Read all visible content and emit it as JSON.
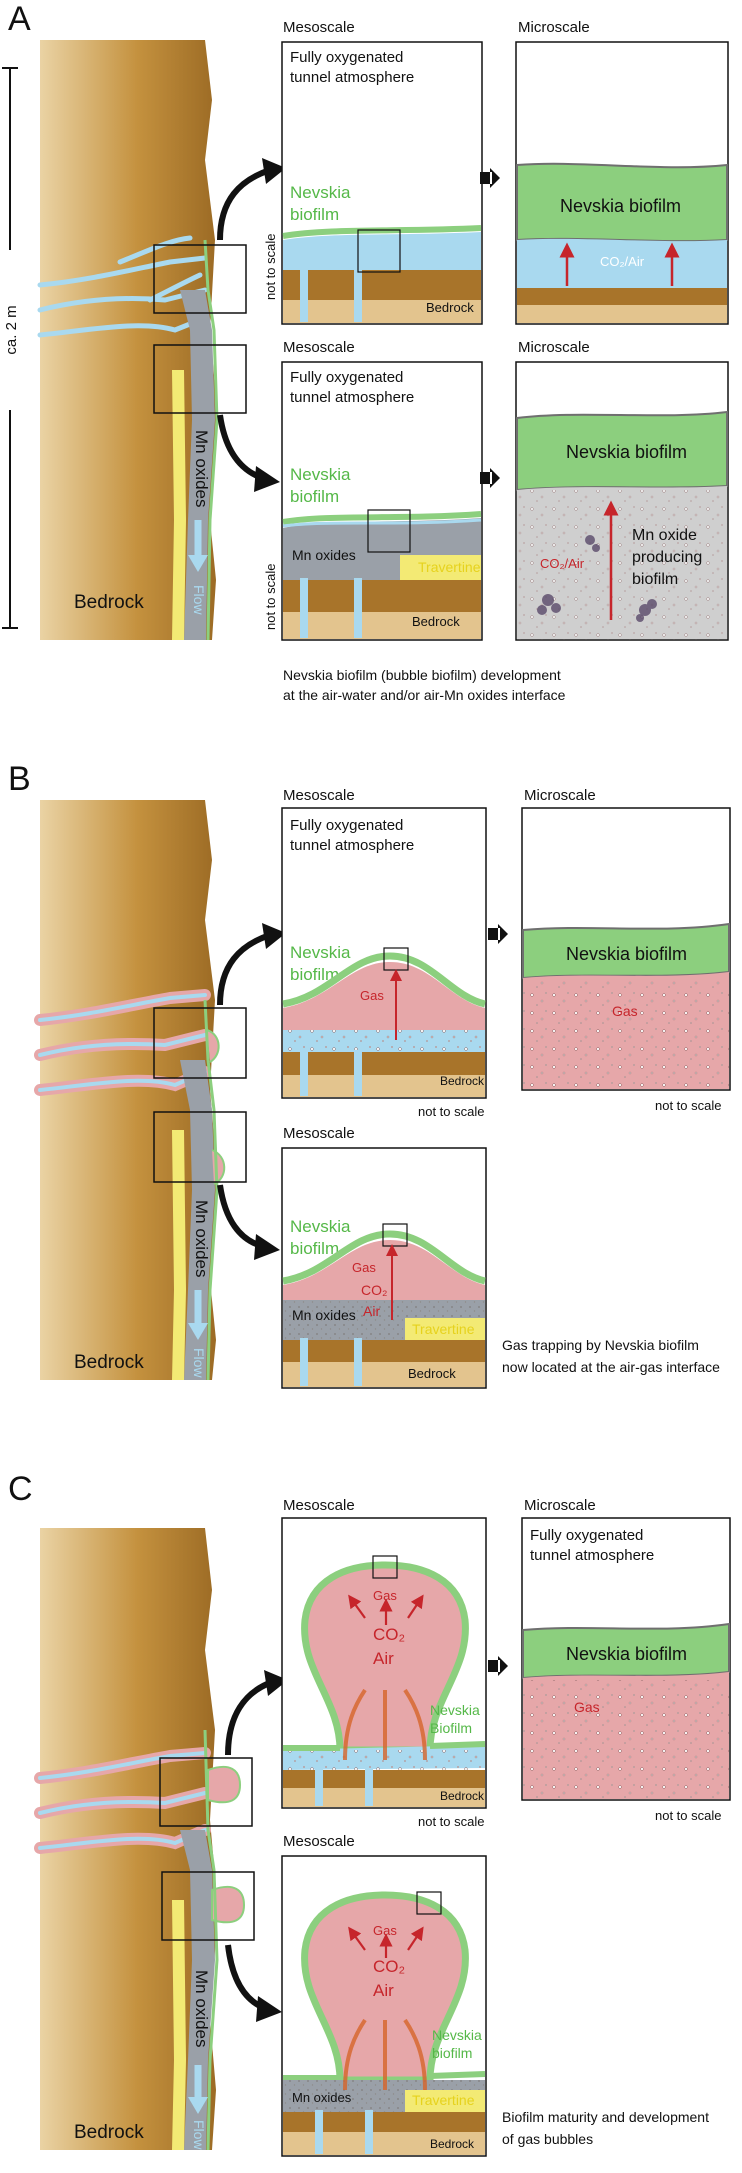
{
  "panels": [
    {
      "letter": "A",
      "scale_bar": "ca. 2 m",
      "bedrock": "Bedrock",
      "mn": "Mn oxides",
      "flow": "Flow",
      "meso_top": {
        "title": "Mesoscale",
        "atmo_1": "Fully oxygenated",
        "atmo_2": "tunnel atmosphere",
        "biofilm_1": "Nevskia",
        "biofilm_2": "biofilm",
        "bedrock": "Bedrock",
        "nts": "not to scale"
      },
      "micro_top": {
        "title": "Microscale",
        "biofilm": "Nevskia biofilm",
        "gas": "CO₂/Air"
      },
      "meso_bottom": {
        "title": "Mesoscale",
        "atmo_1": "Fully oxygenated",
        "atmo_2": "tunnel atmosphere",
        "biofilm_1": "Nevskia",
        "biofilm_2": "biofilm",
        "mn": "Mn oxides",
        "travertine": "Travertine",
        "bedrock": "Bedrock",
        "nts": "not to scale"
      },
      "micro_bottom": {
        "title": "Microscale",
        "biofilm": "Nevskia biofilm",
        "gas": "CO₂/Air",
        "mn_1": "Mn oxide",
        "mn_2": "producing",
        "mn_3": "biofilm"
      },
      "caption_1": "Nevskia biofilm (bubble biofilm) development",
      "caption_2": "at the air-water and/or air-Mn oxides interface"
    },
    {
      "letter": "B",
      "bedrock": "Bedrock",
      "mn": "Mn oxides",
      "flow": "Flow",
      "meso_top": {
        "title": "Mesoscale",
        "atmo_1": "Fully oxygenated",
        "atmo_2": "tunnel atmosphere",
        "biofilm_1": "Nevskia",
        "biofilm_2": "biofilm",
        "gas": "Gas",
        "bedrock": "Bedrock",
        "nts": "not to scale"
      },
      "micro_top": {
        "title": "Microscale",
        "biofilm": "Nevskia biofilm",
        "gas": "Gas",
        "nts": "not to scale"
      },
      "meso_bottom": {
        "title": "Mesoscale",
        "biofilm_1": "Nevskia",
        "biofilm_2": "biofilm",
        "gas": "Gas",
        "co2": "CO₂",
        "air": "Air",
        "mn": "Mn oxides",
        "travertine": "Travertine",
        "bedrock": "Bedrock"
      },
      "caption_1": "Gas trapping by Nevskia biofilm",
      "caption_2": "now located at the air-gas interface"
    },
    {
      "letter": "C",
      "bedrock": "Bedrock",
      "mn": "Mn oxides",
      "flow": "Flow",
      "meso_top": {
        "title": "Mesoscale",
        "gas": "Gas",
        "co2": "CO₂",
        "air": "Air",
        "biofilm_1": "Nevskia",
        "biofilm_2": "Biofilm",
        "bedrock": "Bedrock",
        "nts": "not to scale"
      },
      "micro_top": {
        "title": "Microscale",
        "atmo_1": "Fully oxygenated",
        "atmo_2": "tunnel atmosphere",
        "biofilm": "Nevskia biofilm",
        "gas": "Gas",
        "nts": "not to scale"
      },
      "meso_bottom": {
        "title": "Mesoscale",
        "gas": "Gas",
        "co2": "CO₂",
        "air": "Air",
        "biofilm_1": "Nevskia",
        "biofilm_2": "biofilm",
        "mn": "Mn oxides",
        "travertine": "Travertine",
        "bedrock": "Bedrock"
      },
      "caption_1": "Biofilm maturity  and development",
      "caption_2": "of gas bubbles"
    }
  ],
  "colors": {
    "bedrock_dark": "#a8742a",
    "bedrock_light": "#e3c48e",
    "biofilm": "#8ccf7e",
    "biofilm_dark": "#6f6f6f",
    "water": "#a9d9ef",
    "gas": "#e6a7a9",
    "mn_oxides": "#9aa0a8",
    "travertine": "#f3ea74",
    "arrow_red": "#c6252b",
    "label_green": "#55b848"
  }
}
